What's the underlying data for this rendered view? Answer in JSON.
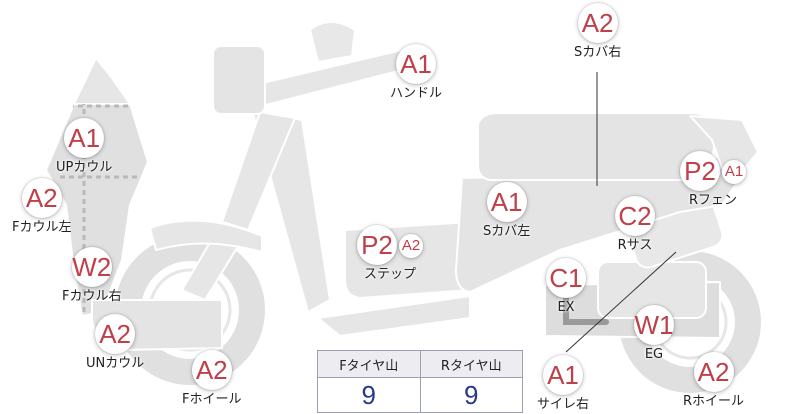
{
  "parts": [
    {
      "id": "handle",
      "grades": [
        "A1"
      ],
      "name": "ハンドル"
    },
    {
      "id": "s-cover-r",
      "grades": [
        "A2"
      ],
      "name": "Sカバ右"
    },
    {
      "id": "up-cowl",
      "grades": [
        "A1"
      ],
      "name": "UPカウル"
    },
    {
      "id": "f-cowl-l",
      "grades": [
        "A2"
      ],
      "name": "Fカウル左"
    },
    {
      "id": "f-cowl-r",
      "grades": [
        "W2"
      ],
      "name": "Fカウル右"
    },
    {
      "id": "un-cowl",
      "grades": [
        "A2"
      ],
      "name": "UNカウル"
    },
    {
      "id": "f-wheel",
      "grades": [
        "A2"
      ],
      "name": "Fホイール"
    },
    {
      "id": "step",
      "grades": [
        "P2",
        "A2"
      ],
      "name": "ステップ"
    },
    {
      "id": "s-cover-l",
      "grades": [
        "A1"
      ],
      "name": "Sカバ左"
    },
    {
      "id": "r-fender",
      "grades": [
        "P2",
        "A1"
      ],
      "name": "Rフェン"
    },
    {
      "id": "r-sus",
      "grades": [
        "C2"
      ],
      "name": "Rサス"
    },
    {
      "id": "ex",
      "grades": [
        "C1"
      ],
      "name": "EX"
    },
    {
      "id": "eg",
      "grades": [
        "W1"
      ],
      "name": "EG"
    },
    {
      "id": "silencer-r",
      "grades": [
        "A1"
      ],
      "name": "サイレ右"
    },
    {
      "id": "r-wheel",
      "grades": [
        "A2"
      ],
      "name": "Rホイール"
    }
  ],
  "tyre_table": {
    "headers": [
      "Fタイヤ山",
      "Rタイヤ山"
    ],
    "values": [
      "9",
      "9"
    ]
  },
  "colors": {
    "grade_text": "#c0404a",
    "tyre_value": "#28388a",
    "body_fill": "#e3e3e3",
    "body_stroke": "#ffffff"
  }
}
